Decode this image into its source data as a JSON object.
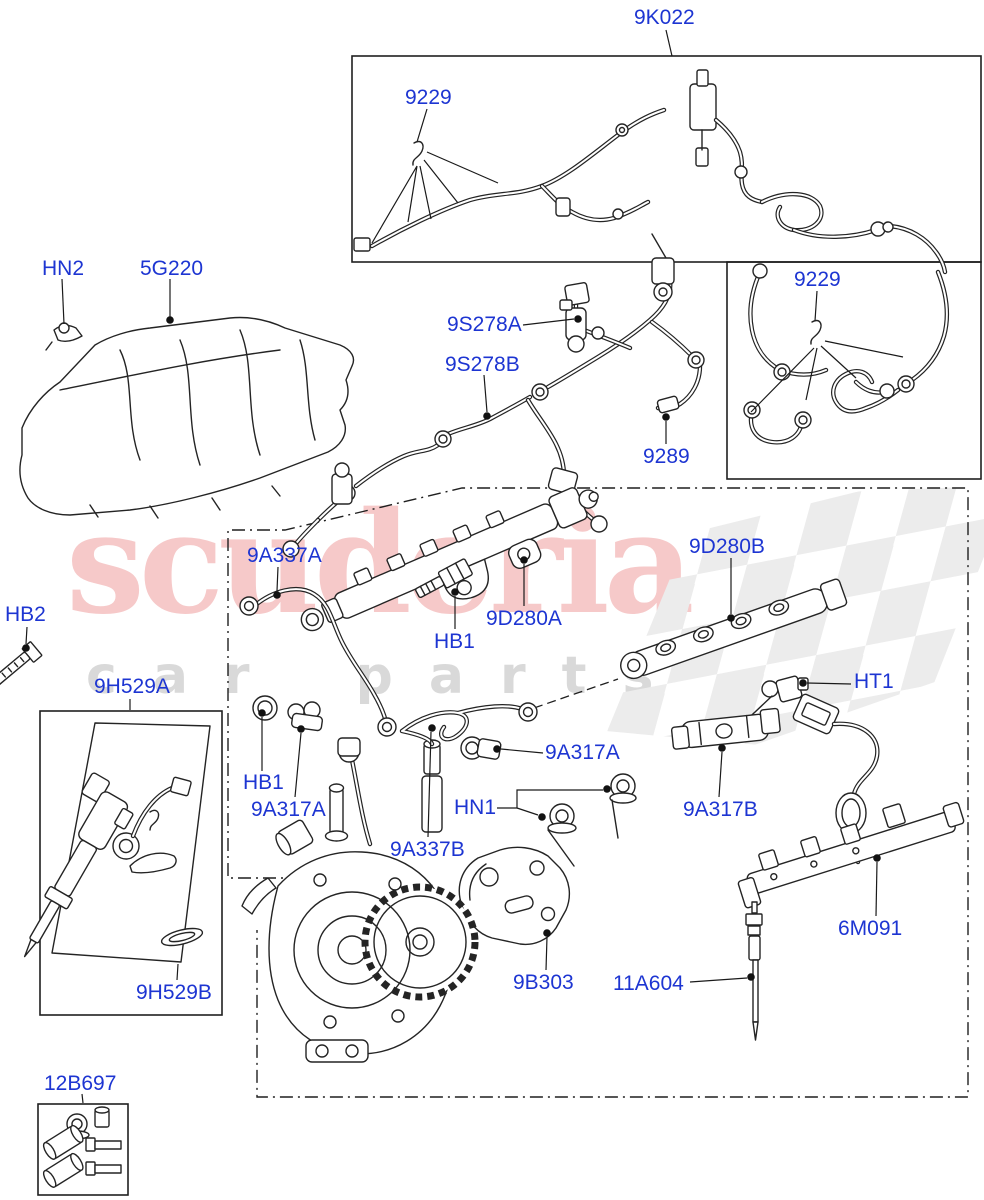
{
  "diagram_title": "Fuel Injection / Glow Plug components exploded diagram",
  "colors": {
    "part_label_blue": "#1d35d2",
    "line_art_black": "#242424",
    "watermark_pink": "#f6c9c9",
    "watermark_gray": "#d9d9d9",
    "flag_gray": "#ececec"
  },
  "watermark": {
    "brand": "scuderia",
    "tagline": "car parts"
  },
  "labels": [
    {
      "id": "9K022",
      "text": "9K022"
    },
    {
      "id": "9229-top",
      "text": "9229"
    },
    {
      "id": "HN2",
      "text": "HN2"
    },
    {
      "id": "5G220",
      "text": "5G220"
    },
    {
      "id": "9S278A",
      "text": "9S278A"
    },
    {
      "id": "9S278B",
      "text": "9S278B"
    },
    {
      "id": "9229-right",
      "text": "9229"
    },
    {
      "id": "9289",
      "text": "9289"
    },
    {
      "id": "9A337A",
      "text": "9A337A"
    },
    {
      "id": "9D280B",
      "text": "9D280B"
    },
    {
      "id": "HB2",
      "text": "HB2"
    },
    {
      "id": "9D280A",
      "text": "9D280A"
    },
    {
      "id": "HB1-mid",
      "text": "HB1"
    },
    {
      "id": "9H529A",
      "text": "9H529A"
    },
    {
      "id": "HT1",
      "text": "HT1"
    },
    {
      "id": "9A317A-right",
      "text": "9A317A"
    },
    {
      "id": "HB1-left",
      "text": "HB1"
    },
    {
      "id": "9A317A-left",
      "text": "9A317A"
    },
    {
      "id": "HN1",
      "text": "HN1"
    },
    {
      "id": "9A337B",
      "text": "9A337B"
    },
    {
      "id": "9A317B",
      "text": "9A317B"
    },
    {
      "id": "6M091",
      "text": "6M091"
    },
    {
      "id": "9B303",
      "text": "9B303"
    },
    {
      "id": "11A604",
      "text": "11A604"
    },
    {
      "id": "9H529B",
      "text": "9H529B"
    },
    {
      "id": "12B697",
      "text": "12B697"
    }
  ]
}
